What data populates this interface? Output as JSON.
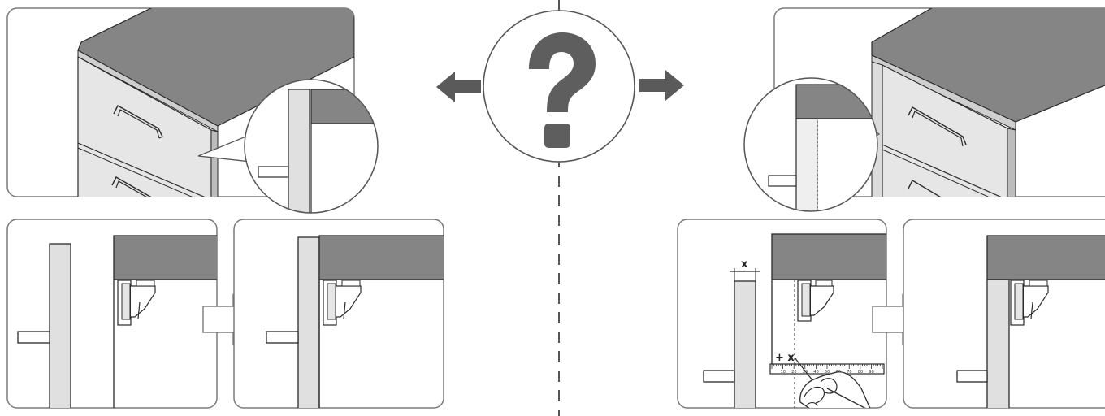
{
  "center": {
    "icon": "question-mark-icon",
    "glyph": "?"
  },
  "right_detail_view": {
    "dimension_label": "x",
    "marking_label": "+ x",
    "ruler_numbers": [
      "10",
      "20",
      "30",
      "40",
      "50",
      "60",
      "70",
      "80",
      "90"
    ]
  },
  "colors": {
    "panel_stroke": "#7a7a7a",
    "top_gray": "#858585",
    "front_light": "#e6e6e6",
    "side_gray": "#dcdcdc",
    "line": "#2a2a2a",
    "arrow_dark": "#5a5a5a"
  }
}
